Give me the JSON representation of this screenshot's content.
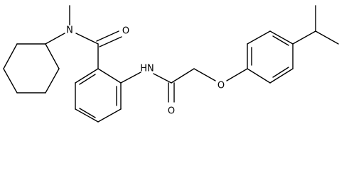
{
  "molecule": {
    "atom_labels": {
      "amide_nitrogen": "N",
      "carbonyl_oxygen_top": "O",
      "anilide_nitrogen": "HN",
      "carbonyl_oxygen_bottom": "O",
      "ether_oxygen": "O"
    },
    "colors": {
      "bond": "#000000",
      "label": "#000000",
      "background": "#ffffff"
    }
  }
}
